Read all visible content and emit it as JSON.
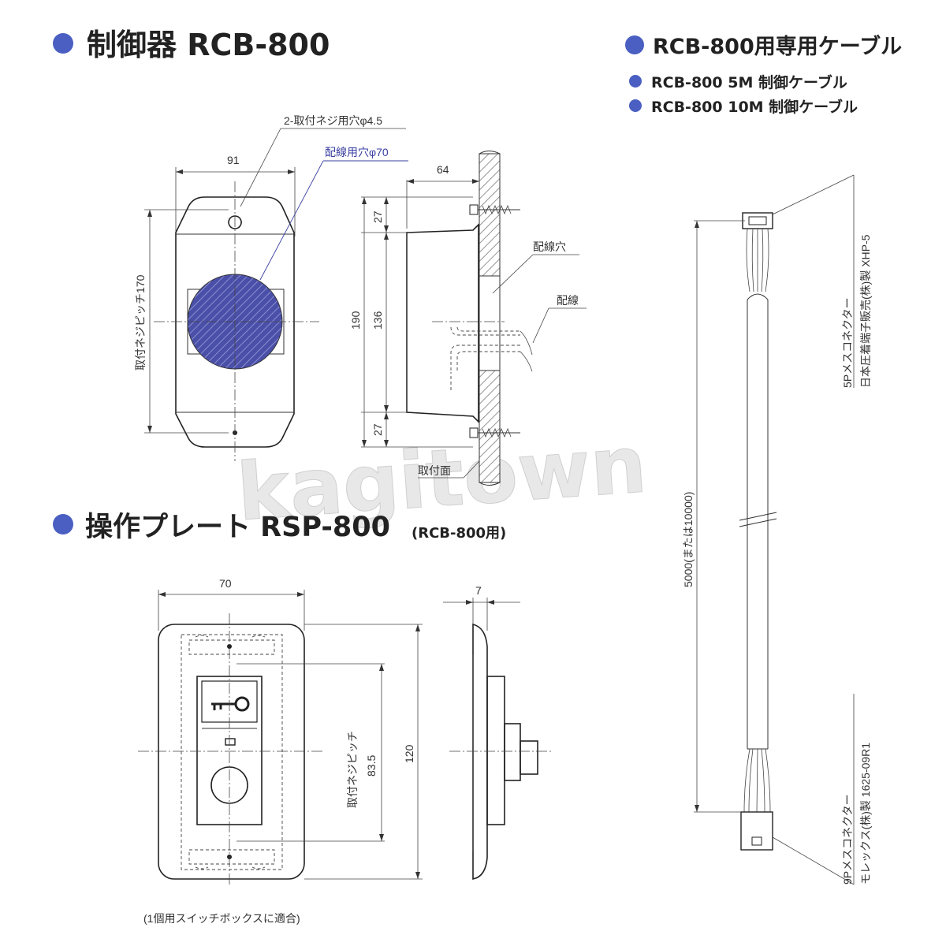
{
  "colors": {
    "bullet": "#4a5fc1",
    "hole_fill": "#4a4fa8",
    "hatch": "#9a9a9a",
    "text": "#222222"
  },
  "controller": {
    "title": "制御器 RCB-800",
    "mount_hole_label": "2-取付ネジ用穴φ4.5",
    "wiring_hole_label": "配線用穴φ70",
    "width": "91",
    "depth": "64",
    "pitch_label": "取付ネジピッチ170",
    "height": "190",
    "mid": "136",
    "top_offset": "27",
    "bottom_offset": "27",
    "wiring_hole_side": "配線穴",
    "wiring": "配線",
    "mount_surface": "取付面"
  },
  "cable": {
    "title": "RCB-800用専用ケーブル",
    "items": [
      "RCB-800 5M 制御ケーブル",
      "RCB-800 10M 制御ケーブル"
    ],
    "length": "5000(または10000)",
    "top_connector_line1": "5Pメスコネクター",
    "top_connector_line2": "日本圧着端子販売(株)製 XHP-5",
    "bottom_connector_line1": "9Pメスコネクター",
    "bottom_connector_line2": "モレックス(株)製 1625-09R1"
  },
  "plate": {
    "title_main": "操作プレート RSP-800",
    "title_sub": "(RCB-800用)",
    "width": "70",
    "thickness": "7",
    "pitch_label": "取付ネジピッチ",
    "pitch_value": "83.5",
    "height": "120",
    "footnote": "(1個用スイッチボックスに適合)"
  },
  "watermark": "kagitown"
}
